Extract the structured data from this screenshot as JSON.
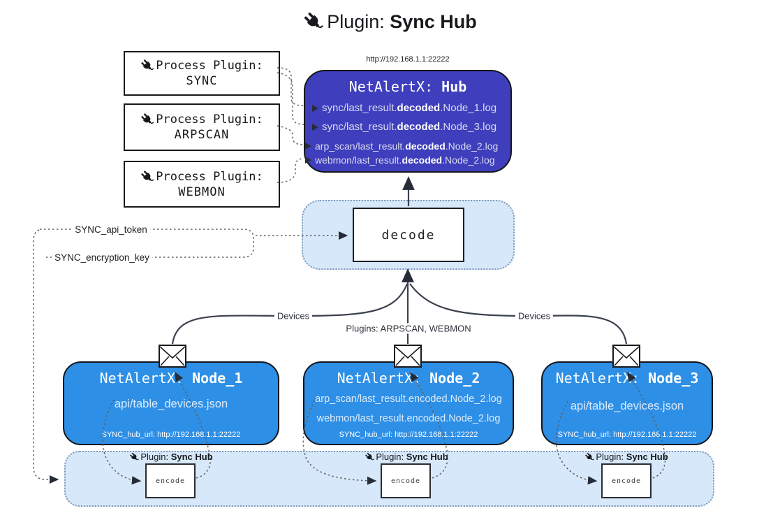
{
  "title": {
    "label": "Plugin:",
    "name": "Sync Hub"
  },
  "process_plugins": {
    "label": "Process Plugin:",
    "items": [
      "SYNC",
      "ARPSCAN",
      "WEBMON"
    ]
  },
  "hub": {
    "url": "http://192.168.1.1:22222",
    "title_label": "NetAlertX:",
    "title_name": "Hub",
    "files": [
      {
        "pre": "sync/last_result.",
        "bold": "decoded",
        "post": ".Node_1.log"
      },
      {
        "pre": "sync/last_result.",
        "bold": "decoded",
        "post": ".Node_3.log"
      },
      {
        "pre": "arp_scan/last_result.",
        "bold": "decoded",
        "post": ".Node_2.log"
      },
      {
        "pre": "webmon/last_result.",
        "bold": "decoded",
        "post": ".Node_2.log"
      }
    ]
  },
  "decode_label": "decode",
  "config": {
    "api_token": "SYNC_api_token",
    "encryption_key": "SYNC_encryption_key"
  },
  "edge_labels": {
    "devices_left": "Devices",
    "devices_right": "Devices",
    "plugins": "Plugins: ARPSCAN, WEBMON"
  },
  "nodes": [
    {
      "title_label": "NetAlertX:",
      "title_name": "Node_1",
      "files": [
        "api/table_devices.json"
      ],
      "hub_url": "SYNC_hub_url: http://192.168.1.1:22222"
    },
    {
      "title_label": "NetAlertX:",
      "title_name": "Node_2",
      "files": [
        "arp_scan/last_result.encoded.Node_2.log",
        "webmon/last_result.encoded.Node_2.log"
      ],
      "hub_url": "SYNC_hub_url: http://192.168.1.1:22222"
    },
    {
      "title_label": "NetAlertX:",
      "title_name": "Node_3",
      "files": [
        "api/table_devices.json"
      ],
      "hub_url": "SYNC_hub_url: http://192.168.1.1:22222"
    }
  ],
  "encoders": {
    "plugin_label": "Plugin:",
    "plugin_name": "Sync Hub",
    "box_label": "encode"
  },
  "colors": {
    "hub_bg": "#3f3fbd",
    "node_bg": "#2e8fe6",
    "panel_bg": "#d6e8f9",
    "panel_border": "#7d9ab9",
    "line": "#3c424d",
    "arrow": "#262c38"
  }
}
